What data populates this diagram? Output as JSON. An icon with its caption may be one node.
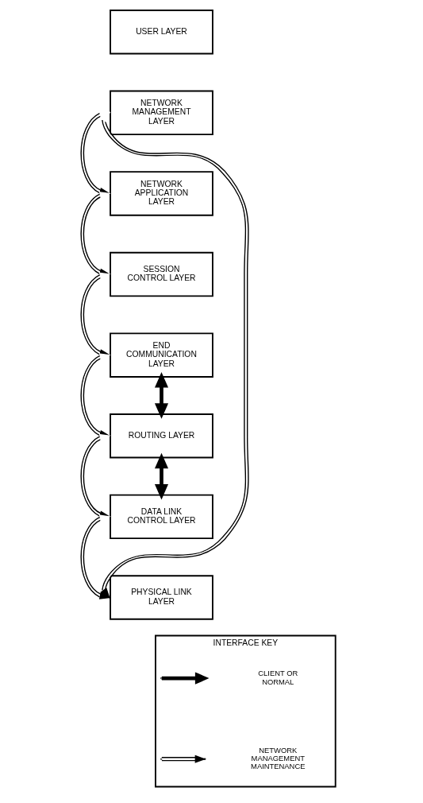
{
  "diagram": {
    "nodes": [
      {
        "text": [
          "USER LAYER"
        ]
      },
      {
        "text": [
          "NETWORK MANAGEMENT LAYER"
        ]
      },
      {
        "text": [
          "NETWORK APPLICATION LAYER"
        ]
      },
      {
        "text": [
          "SESSION CONTROL LAYER"
        ]
      },
      {
        "text": [
          "END COMMUNICATION LAYER"
        ]
      },
      {
        "text": [
          "ROUTING LAYER"
        ]
      },
      {
        "text": [
          "DATA LINK CONTROL LAYER"
        ]
      },
      {
        "text": [
          "PHYSICAL LINK LAYER"
        ]
      },
      {
        "text": [
          "INTERFACE KEY"
        ]
      }
    ],
    "edges": [
      {
        "from": 1,
        "to": 2,
        "arrow": "both"
      },
      {
        "from": 2,
        "to": 3,
        "arrow": "both"
      },
      {
        "from": 3,
        "to": 4,
        "arrow": "both"
      },
      {
        "from": 4,
        "to": 5,
        "arrow": "both"
      },
      {
        "from": 4,
        "to": 5,
        "arrow": "both",
        "style": "thick"
      },
      {
        "from": 5,
        "to": 6,
        "arrow": "both"
      },
      {
        "from": 5,
        "to": 6,
        "arrow": "both",
        "style": "thick"
      },
      {
        "from": 6,
        "to": 7,
        "arrow": "both"
      },
      {
        "from": 1,
        "to": 7,
        "arrow": "both"
      }
    ],
    "legend": [
      {
        "text": "CLIENT OR NORMAL"
      },
      {
        "text": "NETWORK MANAGEMENT MAINTENANCE"
      }
    ]
  }
}
